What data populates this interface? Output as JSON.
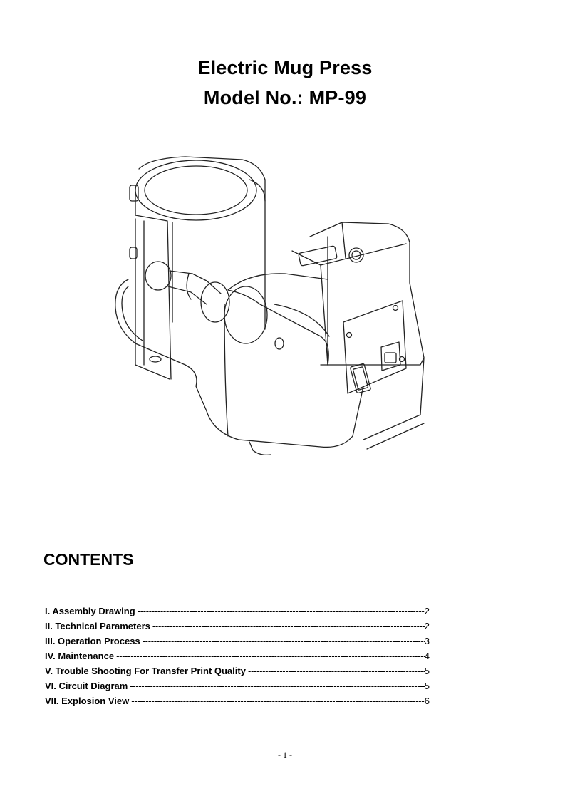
{
  "document": {
    "title_line1": "Electric Mug Press",
    "title_line2": "Model No.: MP-99"
  },
  "figure": {
    "icon": "mug-press-line-drawing"
  },
  "contents": {
    "heading": "CONTENTS",
    "items": [
      {
        "title": "I. Assembly Drawing",
        "page": "2"
      },
      {
        "title": "II. Technical Parameters",
        "page": "2"
      },
      {
        "title": "III. Operation Process",
        "page": "3"
      },
      {
        "title": "IV. Maintenance",
        "page": "4"
      },
      {
        "title": "V. Trouble Shooting For Transfer Print Quality",
        "page": "5"
      },
      {
        "title": "VI. Circuit Diagram",
        "page": "5"
      },
      {
        "title": "VII. Explosion View",
        "page": "6"
      }
    ]
  },
  "footer": {
    "page_number": "- 1 -"
  }
}
